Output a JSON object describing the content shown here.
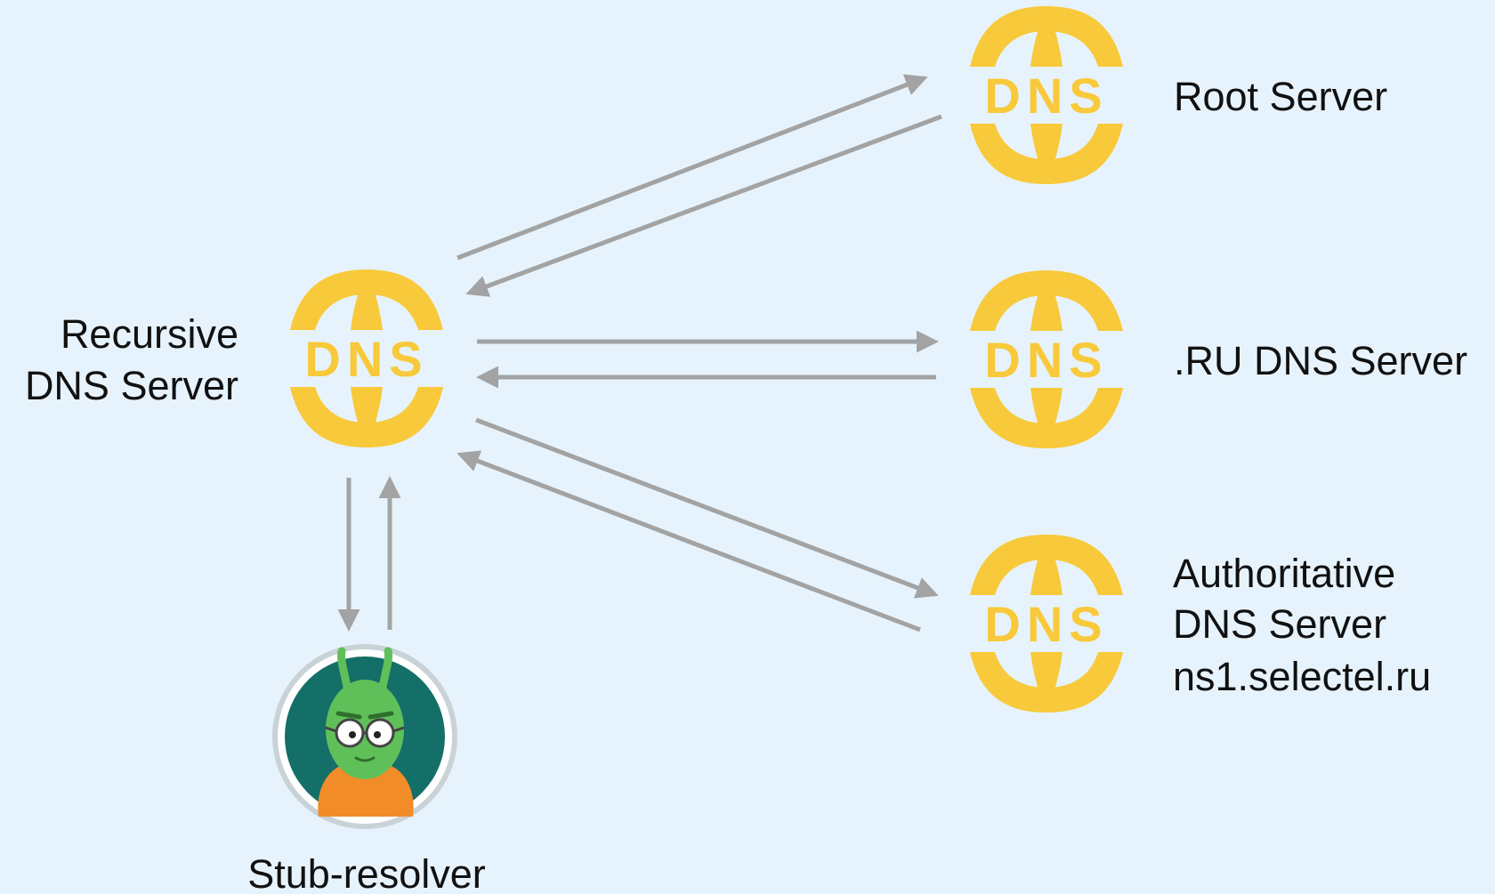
{
  "colors": {
    "background": "#e7f3fc",
    "dns_icon": "#f8c93a",
    "arrow": "#a3a3a3",
    "avatar_bg": "#136f67",
    "text": "#111111"
  },
  "icon_label": "DNS",
  "nodes": {
    "recursive": {
      "icon": "dns-globe-icon",
      "label_line1": "Recursive",
      "label_line2": "DNS Server"
    },
    "root": {
      "icon": "dns-globe-icon",
      "label": "Root Server"
    },
    "ru": {
      "icon": "dns-globe-icon",
      "label": ".RU DNS Server"
    },
    "authoritative": {
      "icon": "dns-globe-icon",
      "label_line1": "Authoritative",
      "label_line2": "DNS Server",
      "label_line3": "ns1.selectel.ru"
    },
    "stub": {
      "icon": "avatar-character-icon",
      "label": "Stub-resolver"
    }
  }
}
